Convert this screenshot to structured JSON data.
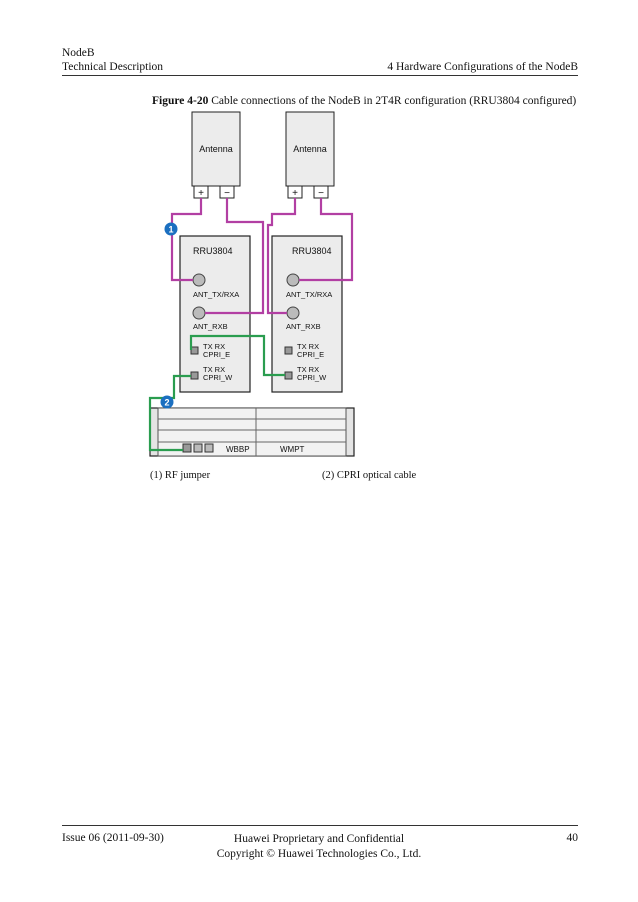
{
  "header": {
    "product": "NodeB",
    "doc_type": "Technical Description",
    "chapter": "4 Hardware Configurations of the NodeB"
  },
  "figure": {
    "label": "Figure 4-20",
    "title": "Cable connections of the NodeB in 2T4R configuration (RRU3804 configured)",
    "antenna_label": "Antenna",
    "plus": "+",
    "minus": "−",
    "rru_label": "RRU3804",
    "port_ant_txrxa": "ANT_TX/RXA",
    "port_ant_rxb": "ANT_RXB",
    "port_txrx": "TX   RX",
    "port_cpri_e": "CPRI_E",
    "port_cpri_w": "CPRI_W",
    "marker_1": "1",
    "marker_2": "2",
    "board_wbbp": "WBBP",
    "board_wmpt": "WMPT",
    "colors": {
      "rf_jumper": "#b23fa3",
      "cpri_cable": "#2a9d4f",
      "marker": "#1b6fc0"
    }
  },
  "legend": {
    "item_1": "(1) RF jumper",
    "item_2": "(2) CPRI optical cable"
  },
  "footer": {
    "issue": "Issue 06 (2011-09-30)",
    "confidential": "Huawei Proprietary and Confidential",
    "copyright": "Copyright © Huawei Technologies Co., Ltd.",
    "page": "40"
  }
}
